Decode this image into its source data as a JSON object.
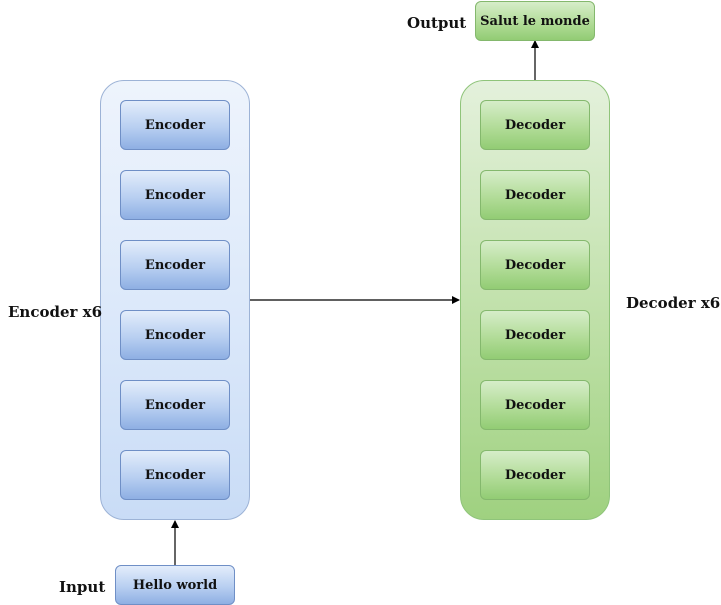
{
  "labels": {
    "output": "Output",
    "input": "Input",
    "encoder_stack": "Encoder x6",
    "decoder_stack": "Decoder x6"
  },
  "boxes": {
    "output_text": "Salut le monde",
    "input_text": "Hello world",
    "encoders": [
      "Encoder",
      "Encoder",
      "Encoder",
      "Encoder",
      "Encoder",
      "Encoder"
    ],
    "decoders": [
      "Decoder",
      "Decoder",
      "Decoder",
      "Decoder",
      "Decoder",
      "Decoder"
    ]
  },
  "colors": {
    "encoder_fill": "#b8cff1",
    "encoder_border": "#6f8fc6",
    "decoder_fill": "#b2dc98",
    "decoder_border": "#84b86d",
    "connector": "#000000",
    "encoder_inner_arrow": "#6f8fc6",
    "decoder_inner_arrow": "#84b86d"
  }
}
